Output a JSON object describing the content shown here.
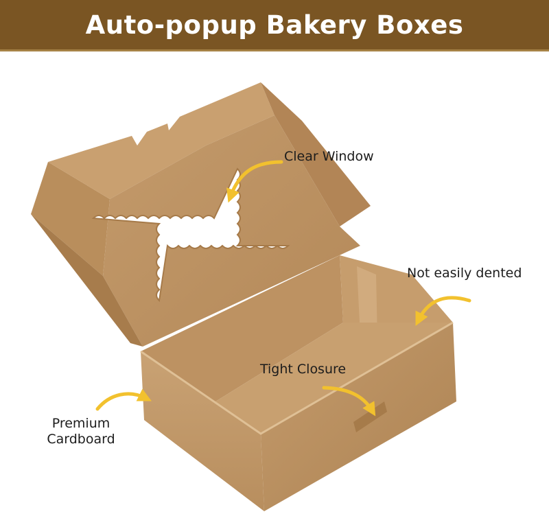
{
  "banner": {
    "title": "Auto-popup Bakery Boxes"
  },
  "callouts": {
    "clear_window": "Clear Window",
    "not_easily_dented": "Not easily dented",
    "tight_closure": "Tight Closure",
    "premium_line1": "Premium",
    "premium_line2": "Cardboard"
  },
  "colors": {
    "banner": "#7a5523",
    "kraft_light": "#caa477",
    "kraft_mid": "#b78c5c",
    "kraft_dark": "#9e7446",
    "arrow": "#f2c12e"
  },
  "icons": {
    "arrow": "curved-arrow-icon"
  }
}
